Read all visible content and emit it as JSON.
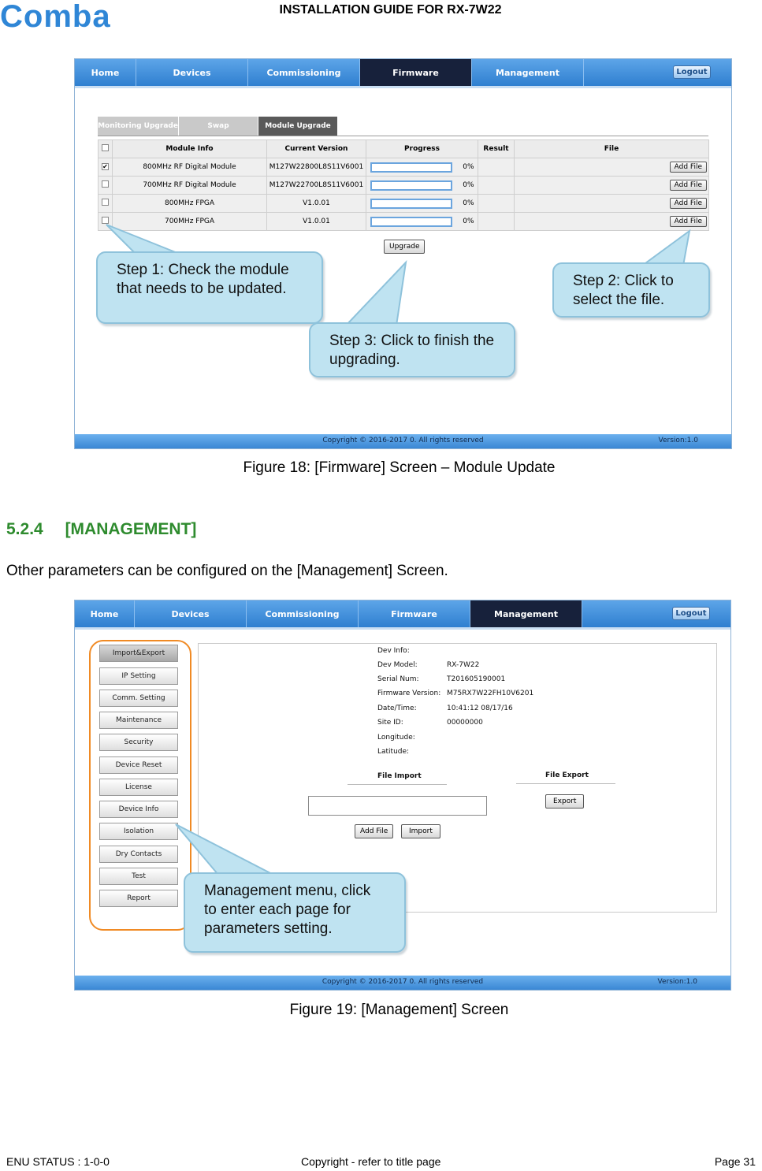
{
  "header": {
    "logo_text": "Comba",
    "title": "INSTALLATION GUIDE FOR RX-7W22"
  },
  "colors": {
    "nav_gradient": "#2f7fd0",
    "nav_active": "#17213b",
    "section_heading": "#2e8b2e",
    "callout_fill": "#bfe3f1",
    "menu_highlight": "#f08a24"
  },
  "nav": {
    "home": "Home",
    "devices": "Devices",
    "commissioning": "Commissioning",
    "firmware": "Firmware",
    "management": "Management",
    "logout": "Logout"
  },
  "footer_bar": {
    "copyright": "Copyright © 2016-2017 0. All rights reserved",
    "version": "Version:1.0"
  },
  "figure18": {
    "subtabs": [
      "Monitoring Upgrade",
      "Swap",
      "Module Upgrade"
    ],
    "columns": [
      "Module Info",
      "Current Version",
      "Progress",
      "Result",
      "File"
    ],
    "rows": [
      {
        "checked": true,
        "module": "800MHz RF Digital Module",
        "version": "M127W22800L8S11V6001",
        "progress": "0%",
        "result": ""
      },
      {
        "checked": false,
        "module": "700MHz RF Digital Module",
        "version": "M127W22700L8S11V6001",
        "progress": "0%",
        "result": ""
      },
      {
        "checked": false,
        "module": "800MHz FPGA",
        "version": "V1.0.01",
        "progress": "0%",
        "result": ""
      },
      {
        "checked": false,
        "module": "700MHz FPGA",
        "version": "V1.0.01",
        "progress": "0%",
        "result": ""
      }
    ],
    "add_file": "Add File",
    "upgrade": "Upgrade",
    "step1": "Step 1: Check the module that needs to be updated.",
    "step2": "Step 2: Click to select the file.",
    "step3": "Step 3: Click to finish the upgrading.",
    "caption": "Figure 18: [Firmware] Screen – Module Update"
  },
  "section": {
    "number": "5.2.4",
    "title": "[MANAGEMENT]",
    "paragraph": "Other parameters can be configured on  the [Management] Screen."
  },
  "figure19": {
    "menu": [
      "Import&Export",
      "IP Setting",
      "Comm. Setting",
      "Maintenance",
      "Security",
      "Device Reset",
      "License",
      "Device Info",
      "Isolation",
      "Dry Contacts",
      "Test",
      "Report"
    ],
    "dev_info_label": "Dev Info:",
    "fields": [
      {
        "label": "Dev Model:",
        "value": "RX-7W22"
      },
      {
        "label": "Serial Num:",
        "value": "T201605190001"
      },
      {
        "label": "Firmware Version:",
        "value": "M75RX7W22FH10V6201"
      },
      {
        "label": "Date/Time:",
        "value": "10:41:12 08/17/16"
      },
      {
        "label": "Site ID:",
        "value": "00000000"
      },
      {
        "label": "Longitude:",
        "value": ""
      },
      {
        "label": "Latitude:",
        "value": ""
      }
    ],
    "file_import": "File Import",
    "file_export": "File Export",
    "export_btn": "Export",
    "add_file_btn": "Add File",
    "import_btn": "Import",
    "callout": "Management menu, click to enter each page for parameters setting.",
    "caption": "Figure 19: [Management] Screen"
  },
  "page_footer": {
    "status": "ENU STATUS : 1-0-0",
    "copyright": "Copyright - refer to title page",
    "page": "Page 31"
  }
}
